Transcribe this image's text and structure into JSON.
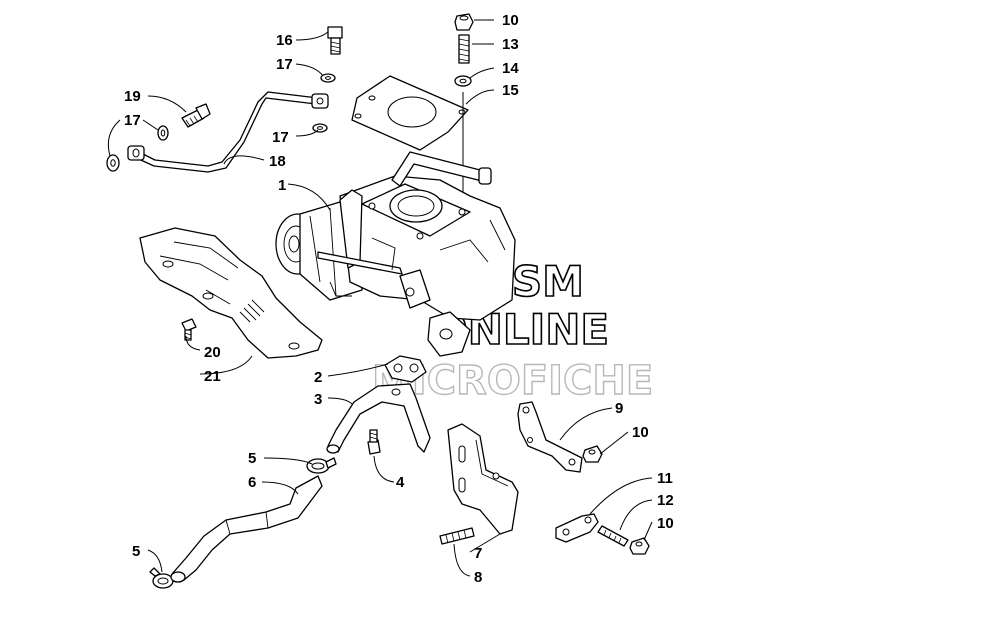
{
  "callouts": {
    "p1": "1",
    "p2": "2",
    "p3": "3",
    "p4": "4",
    "p5a": "5",
    "p5b": "5",
    "p6": "6",
    "p7": "7",
    "p8": "8",
    "p9": "9",
    "p10a": "10",
    "p10b": "10",
    "p10c": "10",
    "p11": "11",
    "p12": "12",
    "p13": "13",
    "p14": "14",
    "p15": "15",
    "p16": "16",
    "p17a": "17",
    "p17b": "17",
    "p17c": "17",
    "p18": "18",
    "p19": "19",
    "p20": "20",
    "p21": "21"
  },
  "watermark": {
    "line1": "HLSM",
    "line2": "ONLINE",
    "line3": "MICROFICHE"
  }
}
